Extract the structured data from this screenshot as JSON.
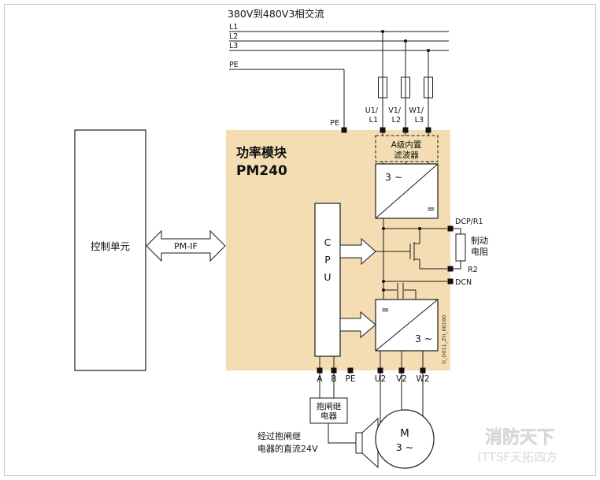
{
  "header": {
    "supply_label": "380V到480V3相交流"
  },
  "supply": {
    "lines": [
      "L1",
      "L2",
      "L3",
      "PE"
    ],
    "pe_entry_label": "PE",
    "input_terminals": [
      {
        "line1": "U1/",
        "line2": "L1"
      },
      {
        "line1": "V1/",
        "line2": "L2"
      },
      {
        "line1": "W1/",
        "line2": "L3"
      }
    ]
  },
  "control_unit": {
    "label": "控制单元"
  },
  "pm_if": {
    "label": "PM-IF"
  },
  "power_module": {
    "title": "功率模块",
    "model": "PM240",
    "filter_line1": "A级内置",
    "filter_line2": "滤波器",
    "rectifier_ac": "3 ~",
    "rectifier_dc": "=",
    "inverter_dc": "=",
    "inverter_ac": "3 ~",
    "cpu_letters": [
      "C",
      "P",
      "U"
    ],
    "doc_code": "G_D011_ZH_00180"
  },
  "dc_link": {
    "dcp_label": "DCP/R1",
    "r2_label": "R2",
    "dcn_label": "DCN",
    "brake_resistor_line1": "制动",
    "brake_resistor_line2": "电阻"
  },
  "bottom_terminals": [
    "A",
    "B",
    "PE",
    "U2",
    "V2",
    "W2"
  ],
  "brake_relay": {
    "line1": "抱闸继",
    "line2": "电器"
  },
  "dc24_note": {
    "line1": "经过抱闸继",
    "line2": "电器的直流24V"
  },
  "motor": {
    "label": "M",
    "phase": "3 ~"
  },
  "watermark": {
    "line1": "消防天下",
    "line2": "(TTSF天拓四方"
  },
  "colors": {
    "module_fill": "#f4ddb2",
    "line": "#1a1a1a"
  }
}
